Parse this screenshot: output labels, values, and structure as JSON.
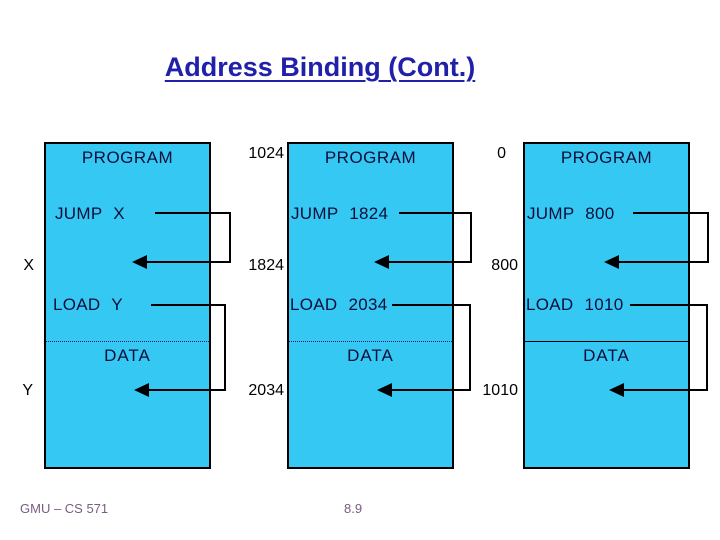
{
  "title": "Address Binding (Cont.)",
  "footer": {
    "course": "GMU – CS 571",
    "page": "8.9"
  },
  "colors": {
    "box_fill": "#35C8F2",
    "box_border": "#000000",
    "title_text": "#2020A8",
    "box_text": "#0E0E3A",
    "outside_label_text": "#000000",
    "footer_text": "#7A5C84"
  },
  "boxes": [
    {
      "program_label": "PROGRAM",
      "jump_instruction": "JUMP X",
      "jump_target_label": "X",
      "load_instruction": "LOAD Y",
      "load_target_label": "Y",
      "data_label": "DATA"
    },
    {
      "top_label": "1024",
      "program_label": "PROGRAM",
      "jump_instruction": "JUMP 1824",
      "jump_target_label": "1824",
      "load_instruction": "LOAD 2034",
      "load_target_label": "2034",
      "data_label": "DATA"
    },
    {
      "top_label": "0",
      "program_label": "PROGRAM",
      "jump_instruction": "JUMP 800",
      "jump_target_label": "800",
      "load_instruction": "LOAD 1010",
      "load_target_label": "1010",
      "data_label": "DATA"
    }
  ]
}
